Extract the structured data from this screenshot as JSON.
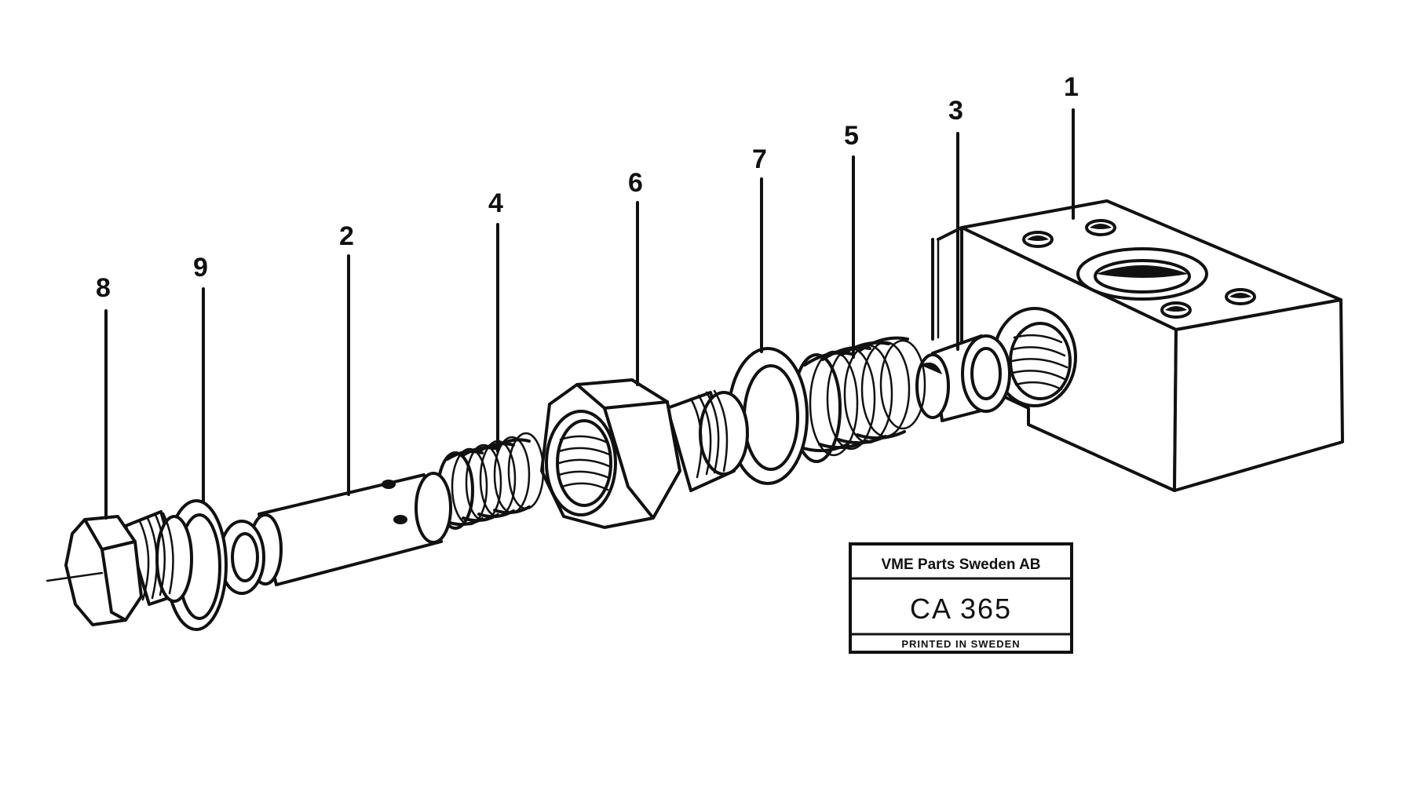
{
  "callouts": [
    "1",
    "2",
    "3",
    "4",
    "5",
    "6",
    "7",
    "8",
    "9"
  ],
  "stamp": {
    "company": "VME Parts Sweden AB",
    "code": "CA 365",
    "printed": "PRINTED IN SWEDEN"
  }
}
